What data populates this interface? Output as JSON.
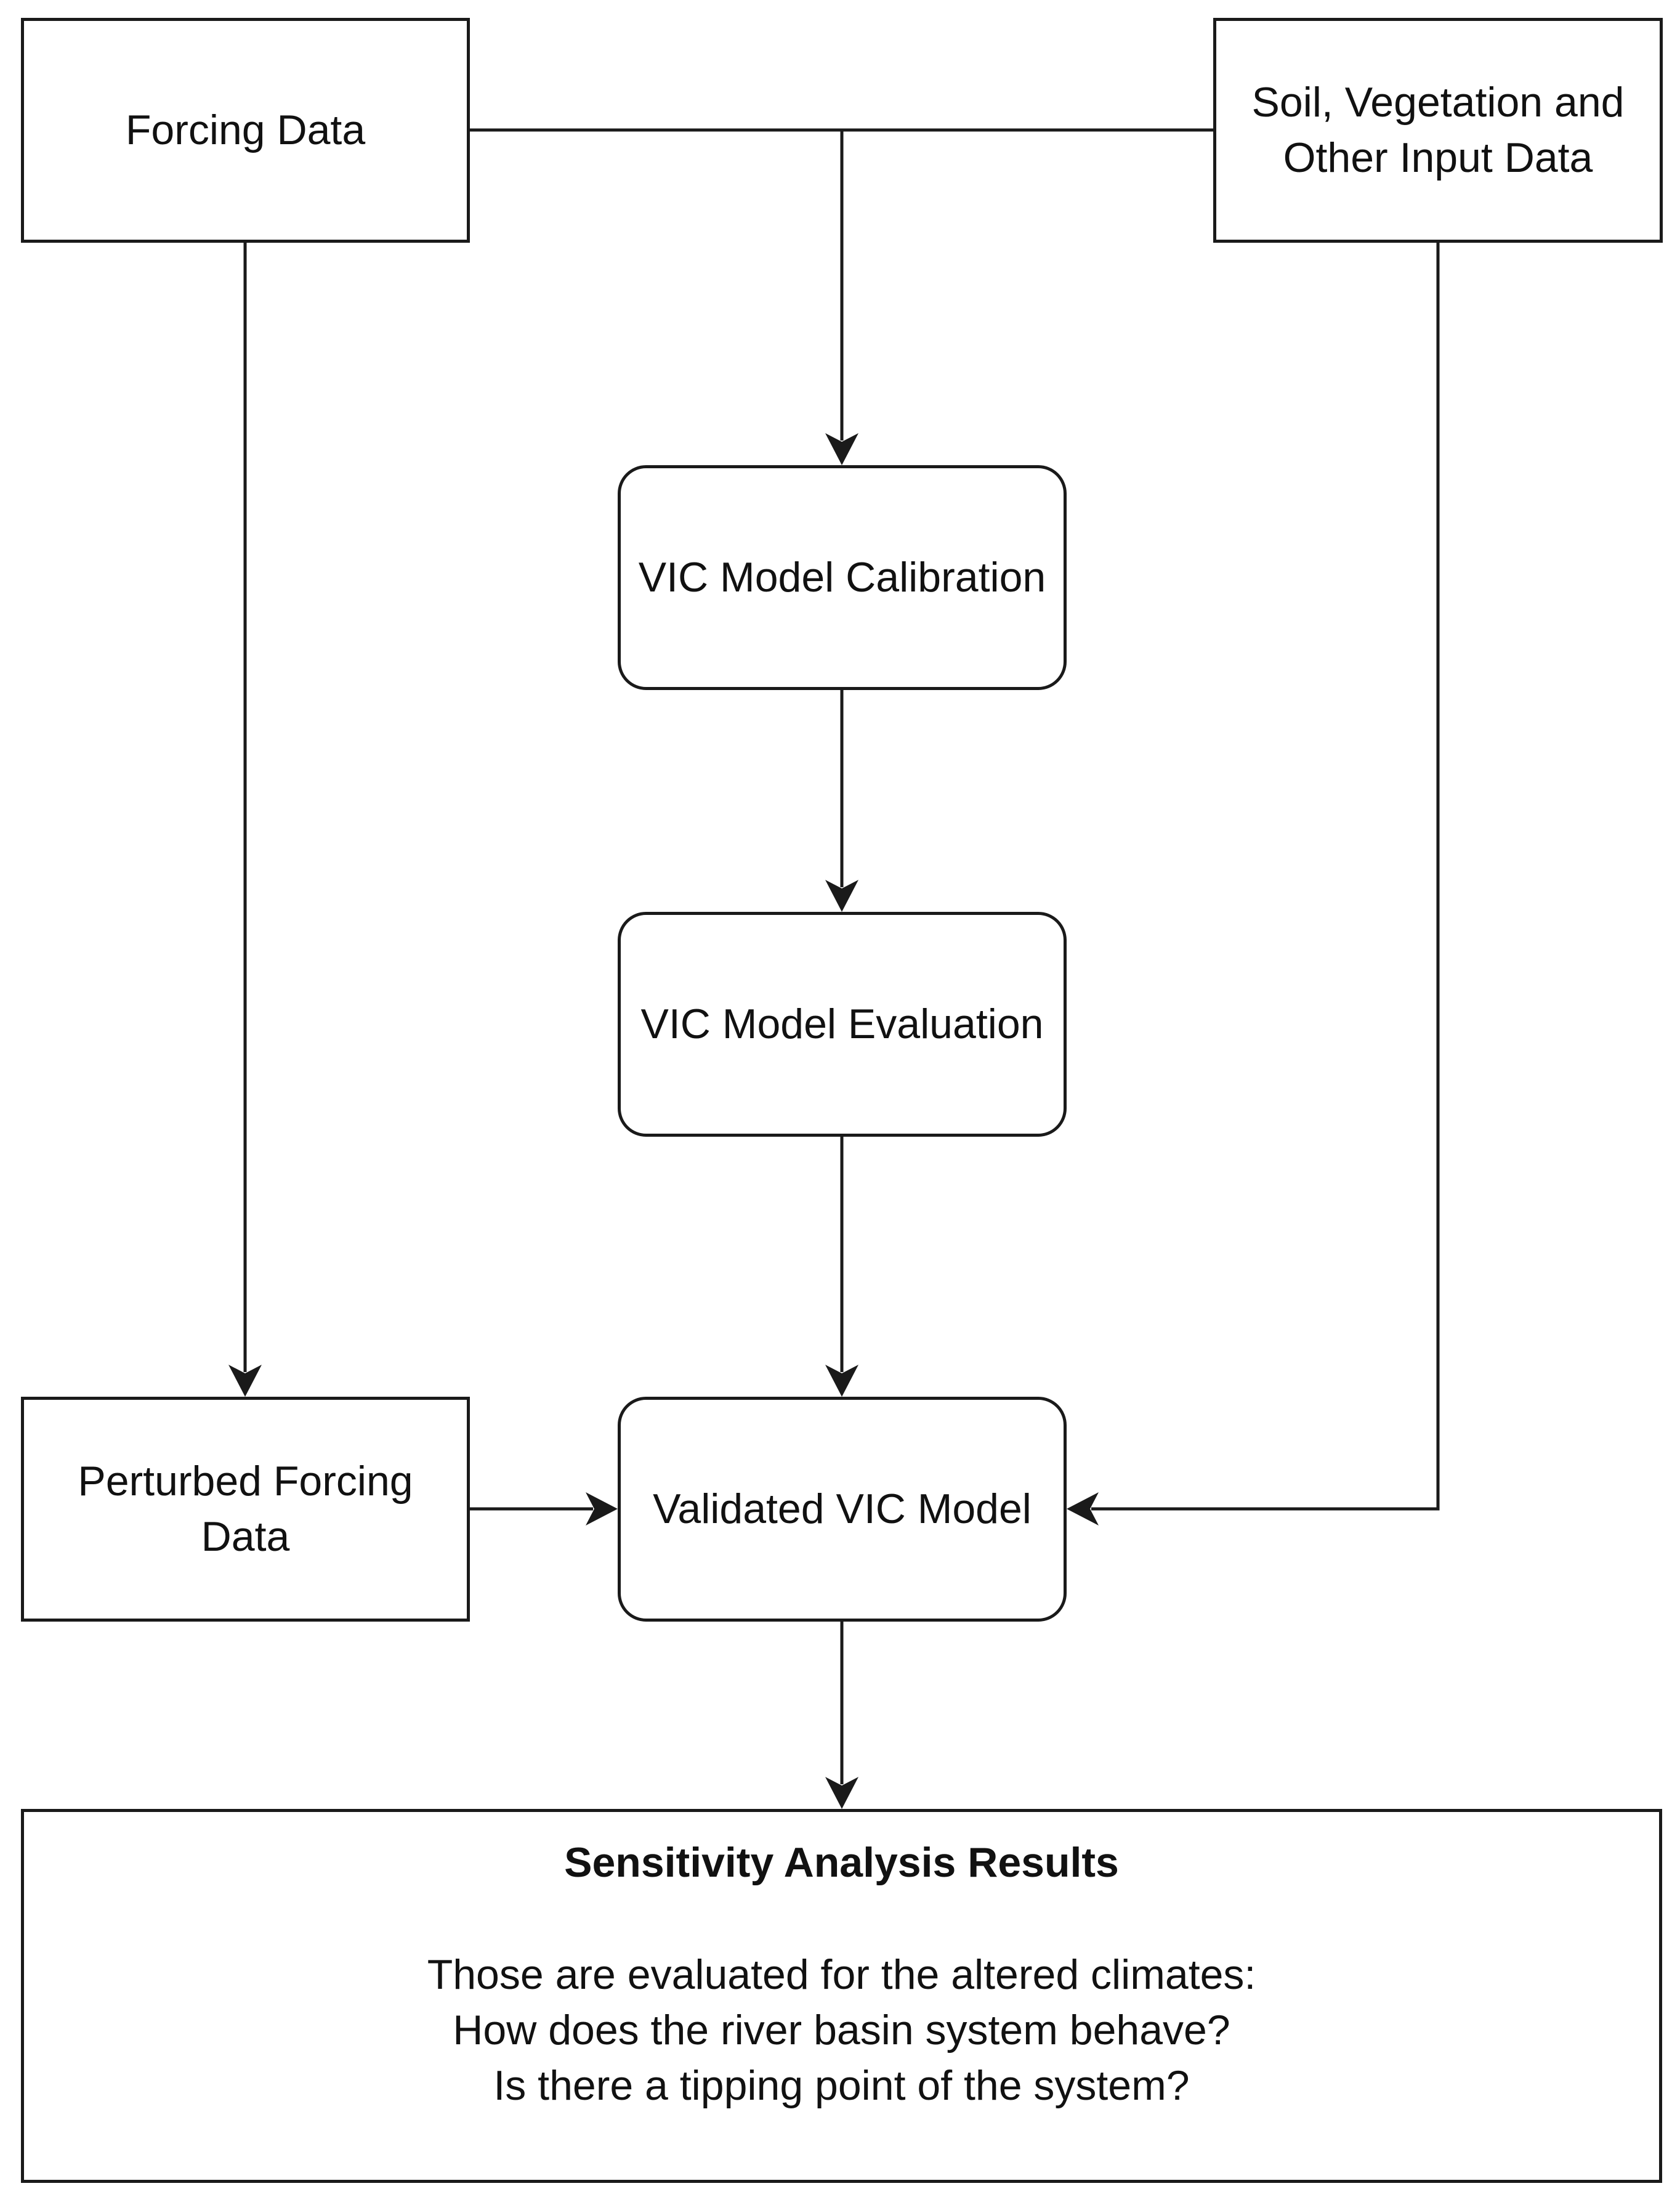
{
  "nodes": {
    "forcing_data": "Forcing Data",
    "soil_vegetation": "Soil, Vegetation and\nOther Input Data",
    "calibration": "VIC Model Calibration",
    "evaluation": "VIC Model Evaluation",
    "validated": "Validated VIC Model",
    "perturbed": "Perturbed Forcing\nData"
  },
  "results": {
    "title": "Sensitivity Analysis Results",
    "body": "Those are evaluated for the altered climates:\nHow does the river basin system behave?\nIs there a tipping point of the system?"
  },
  "colors": {
    "stroke": "#1a1a1a",
    "background": "#ffffff"
  }
}
